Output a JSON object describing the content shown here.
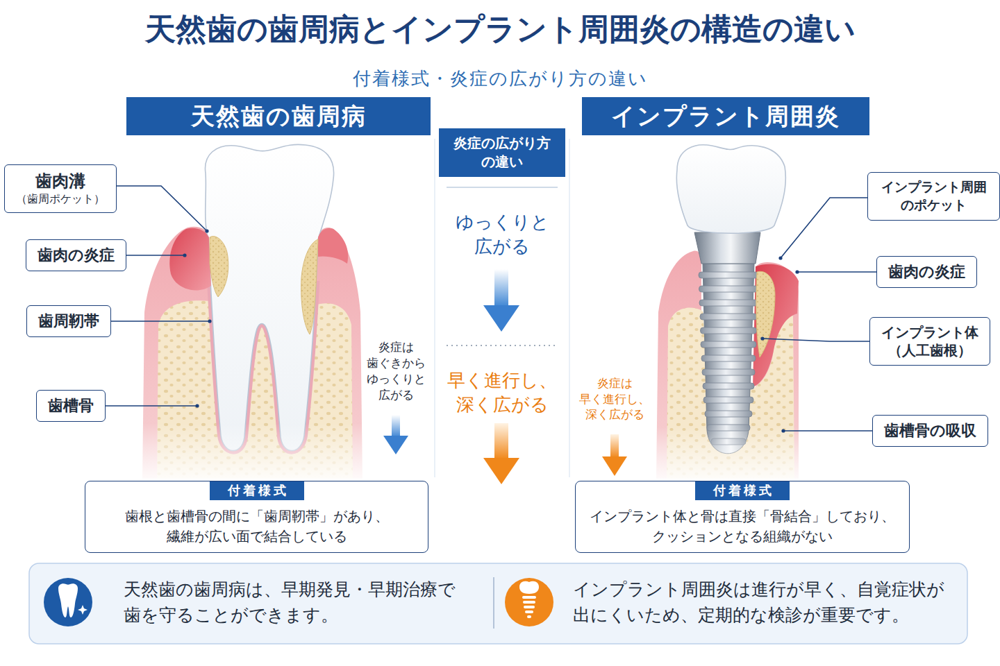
{
  "diagram": {
    "title": "天然歯の歯周病とインプラント周囲炎の構造の違い",
    "nodes": [
      {
        "text": [
          "天然歯の歯周病"
        ]
      },
      {
        "text": [
          "炎症の広がり方 の違い"
        ]
      },
      {
        "text": [
          "インプラント周囲炎"
        ]
      },
      {
        "text": [
          "歯肉溝",
          "（歯周ポケット）"
        ]
      },
      {
        "text": [
          "歯肉の炎症"
        ]
      },
      {
        "text": [
          "歯周靭帯"
        ]
      },
      {
        "text": [
          "歯槽骨"
        ]
      },
      {
        "text": [
          "インプラント周囲 のポケット"
        ]
      },
      {
        "text": [
          "歯肉の炎症"
        ]
      },
      {
        "text": [
          "インプラント体",
          "（人工歯根）"
        ]
      },
      {
        "text": [
          "歯槽骨の吸収"
        ]
      },
      {
        "text": [
          "付着様式",
          "歯根と歯槽骨の間に「歯周靭帯」があり、 繊維が広い面で結合している"
        ]
      },
      {
        "text": [
          "付着様式",
          "インプラント体と骨は直接「骨結合」しており、 クッションとなる組織がない"
        ]
      },
      {
        "text": [
          "天然歯の歯周病は、早期発見・早期治療で 歯を守ることができます。"
        ]
      },
      {
        "text": [
          "インプラント周囲炎は進行が早く、自覚症状が 出にくいため、定期的な検診が重要です。"
        ]
      }
    ],
    "labels": [
      "付着様式・炎症の広がり方の違い",
      "ゆっくりと 広がる",
      "早く進行し、 深く広がる",
      "炎症は 歯ぐきから ゆっくりと 広がる",
      "炎症は 早く進行し、 深く広がる"
    ]
  }
}
